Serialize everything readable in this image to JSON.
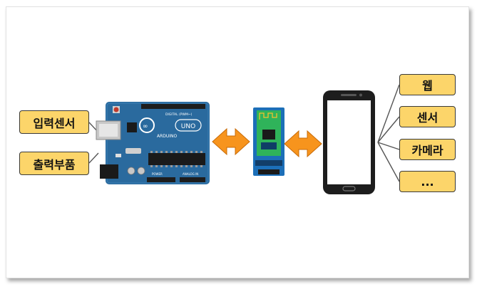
{
  "left_labels": [
    "입력센서",
    "출력부품"
  ],
  "right_labels": [
    "웹",
    "센서",
    "카메라",
    "..."
  ],
  "board": {
    "logo_text": "UNO",
    "brand_text": "ARDUINO",
    "header_text": "DIGITAL (PWM~)",
    "power_text": "POWER",
    "analog_text": "ANALOG IN"
  },
  "icons": [
    "arduino-uno-board-icon",
    "bluetooth-module-icon",
    "smartphone-icon",
    "double-arrow-icon"
  ],
  "colors": {
    "label_fill": "#fcd56a",
    "arrow_fill": "#f7941d",
    "board_blue": "#2a6a9e",
    "module_blue": "#1c6fb8",
    "module_green": "#2fb35a",
    "phone_body": "#1d1d1d"
  }
}
